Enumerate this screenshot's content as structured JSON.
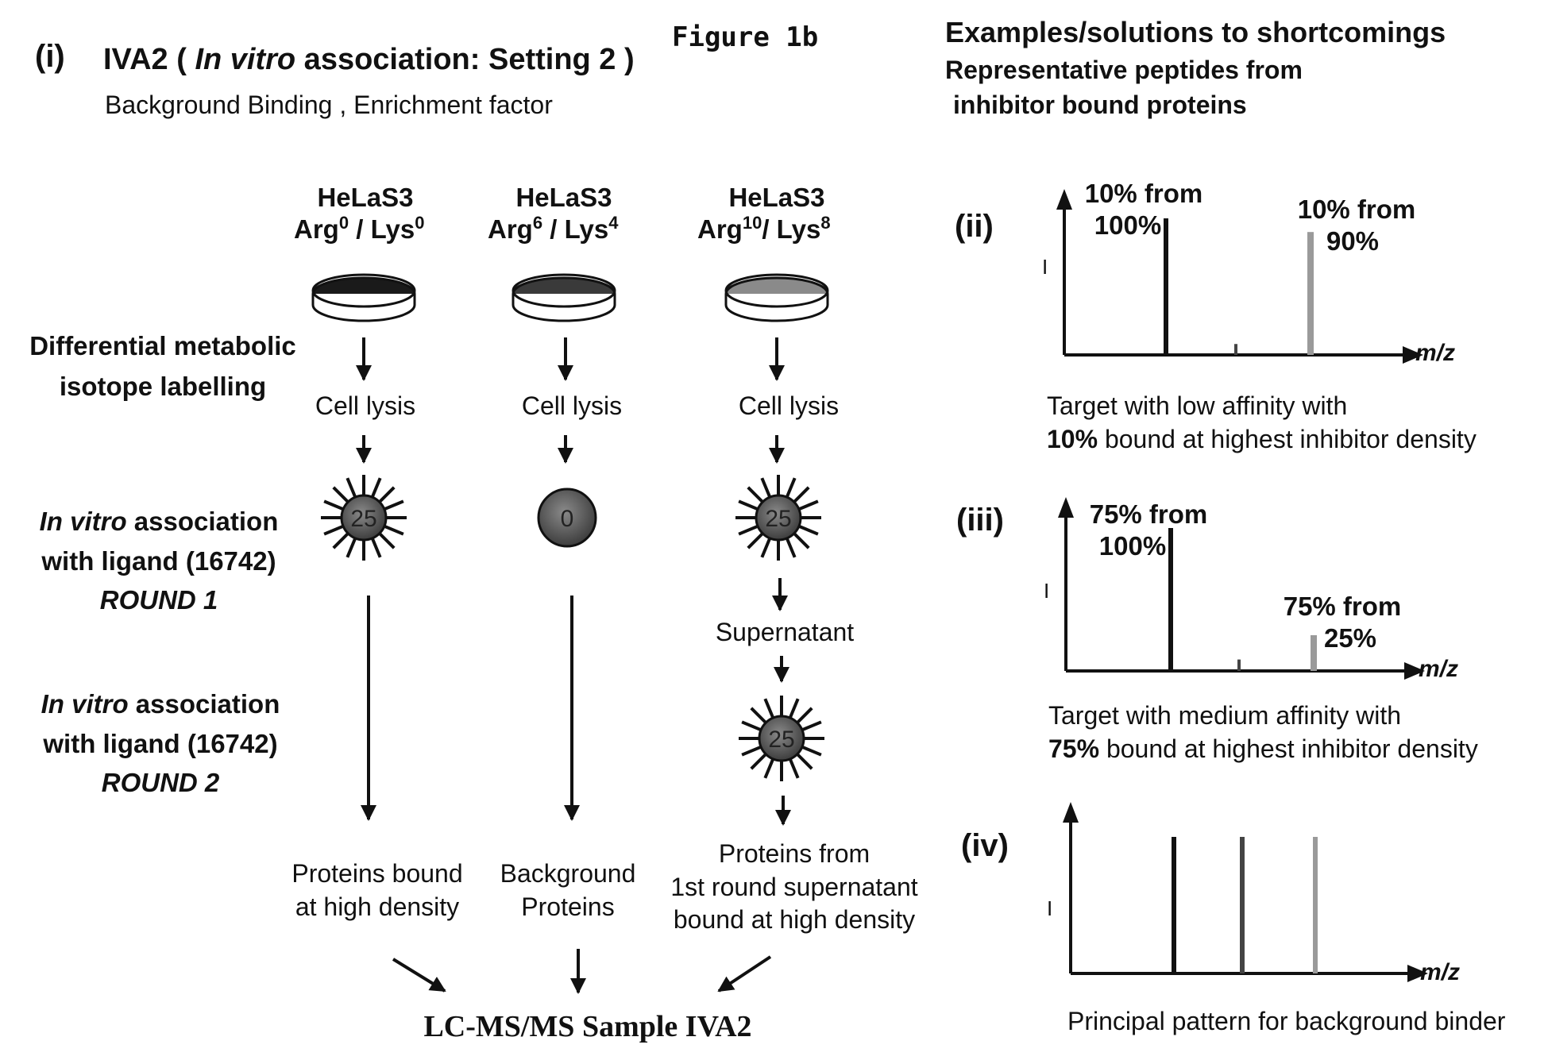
{
  "header": {
    "panel_i": "(i)",
    "title_pre": "IVA2 ( ",
    "title_italic": "In vitro",
    "title_post": " association: Setting 2 )",
    "figure_label": "Figure 1b",
    "subtitle": "Background Binding , Enrichment factor"
  },
  "right_header": {
    "title": "Examples/solutions to shortcomings",
    "line2": "Representative peptides from",
    "line3": "inhibitor bound proteins"
  },
  "columns": [
    {
      "cell": "HeLaS3",
      "arg_sup": "0",
      "lys_sup": "0",
      "arg": "Arg",
      "lys": "/ Lys",
      "lysis": "Cell lysis",
      "bead": "25",
      "result_l1": "Proteins bound",
      "result_l2": "at high density",
      "dish_color": "#1a1a1a"
    },
    {
      "cell": "HeLaS3",
      "arg_sup": "6",
      "lys_sup": "4",
      "arg": "Arg",
      "lys": "/ Lys",
      "lysis": "Cell lysis",
      "bead": "0",
      "result_l1": "Background",
      "result_l2": "Proteins",
      "dish_color": "#3a3a3a"
    },
    {
      "cell": "HeLaS3",
      "arg_sup": "10",
      "lys_sup": "8",
      "arg": "Arg",
      "lys": "/ Lys",
      "lysis": "Cell lysis",
      "bead": "25",
      "supernatant": "Supernatant",
      "bead2": "25",
      "result_l1": "Proteins from",
      "result_l2": "1st round supernatant",
      "result_l3": "bound at high density",
      "dish_color": "#8a8a8a"
    }
  ],
  "left_labels": {
    "labelling_l1": "Differential metabolic",
    "labelling_l2": "isotope labelling",
    "round1_italic": "In vitro",
    "round1_post": " association",
    "round1_l2": "with ligand (16742)",
    "round1_l3": "ROUND 1",
    "round2_italic": "In vitro",
    "round2_post": " association",
    "round2_l2": "with ligand (16742)",
    "round2_l3": "ROUND 2"
  },
  "bottom": {
    "sample": "LC-MS/MS Sample IVA2"
  },
  "spectra": [
    {
      "label": "(ii)",
      "y_axis": "I",
      "x_axis": "m/z",
      "peak1_l1": "10% from",
      "peak1_l2": "100%",
      "peak3_l1": "10% from",
      "peak3_l2": "90%",
      "peaks": [
        100,
        8,
        90
      ],
      "caption_l1": "Target with low affinity with",
      "caption_bold": "10%",
      "caption_rest": " bound at highest inhibitor density"
    },
    {
      "label": "(iii)",
      "y_axis": "I",
      "x_axis": "m/z",
      "peak1_l1": "75% from",
      "peak1_l2": "100%",
      "peak3_l1": "75% from",
      "peak3_l2": "25%",
      "peaks": [
        100,
        8,
        25
      ],
      "caption_l1": "Target with medium affinity with",
      "caption_bold": "75%",
      "caption_rest": " bound at highest inhibitor density"
    },
    {
      "label": "(iv)",
      "y_axis": "I",
      "x_axis": "m/z",
      "peaks": [
        100,
        100,
        100
      ],
      "caption_l1": "Principal pattern for background binder"
    }
  ],
  "colors": {
    "black": "#111111",
    "bead": "#555555",
    "light_peak": "#9a9a9a",
    "mid_peak": "#444444"
  }
}
